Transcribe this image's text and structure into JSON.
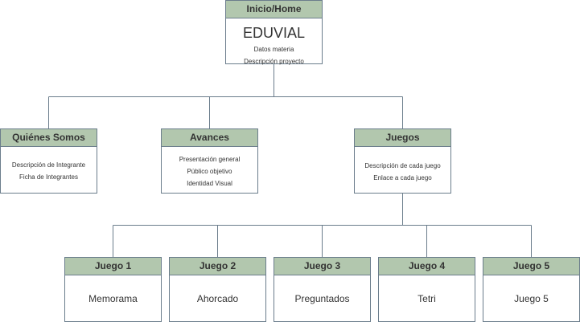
{
  "root": {
    "header": "Inicio/Home",
    "title": "EDUVIAL",
    "lines": [
      "Datos materia",
      "Descripción proyecto"
    ]
  },
  "sections": [
    {
      "header": "Quiénes Somos",
      "lines": [
        "Descripción de Integrante",
        "Ficha de Integrantes"
      ]
    },
    {
      "header": "Avances",
      "lines": [
        "Presentación general",
        "Público objetivo",
        "Identidad Visual"
      ]
    },
    {
      "header": "Juegos",
      "lines": [
        "Descripción de cada juego",
        "Enlace a cada juego"
      ]
    }
  ],
  "games": [
    {
      "header": "Juego 1",
      "name": "Memorama"
    },
    {
      "header": "Juego 2",
      "name": "Ahorcado"
    },
    {
      "header": "Juego 3",
      "name": "Preguntados"
    },
    {
      "header": "Juego 4",
      "name": "Tetri"
    },
    {
      "header": "Juego 5",
      "name": "Juego 5"
    }
  ],
  "colors": {
    "header_fill": "#b2c7ae",
    "border": "#6b7d8c",
    "connector": "#6b7d8c",
    "text": "#333333"
  }
}
